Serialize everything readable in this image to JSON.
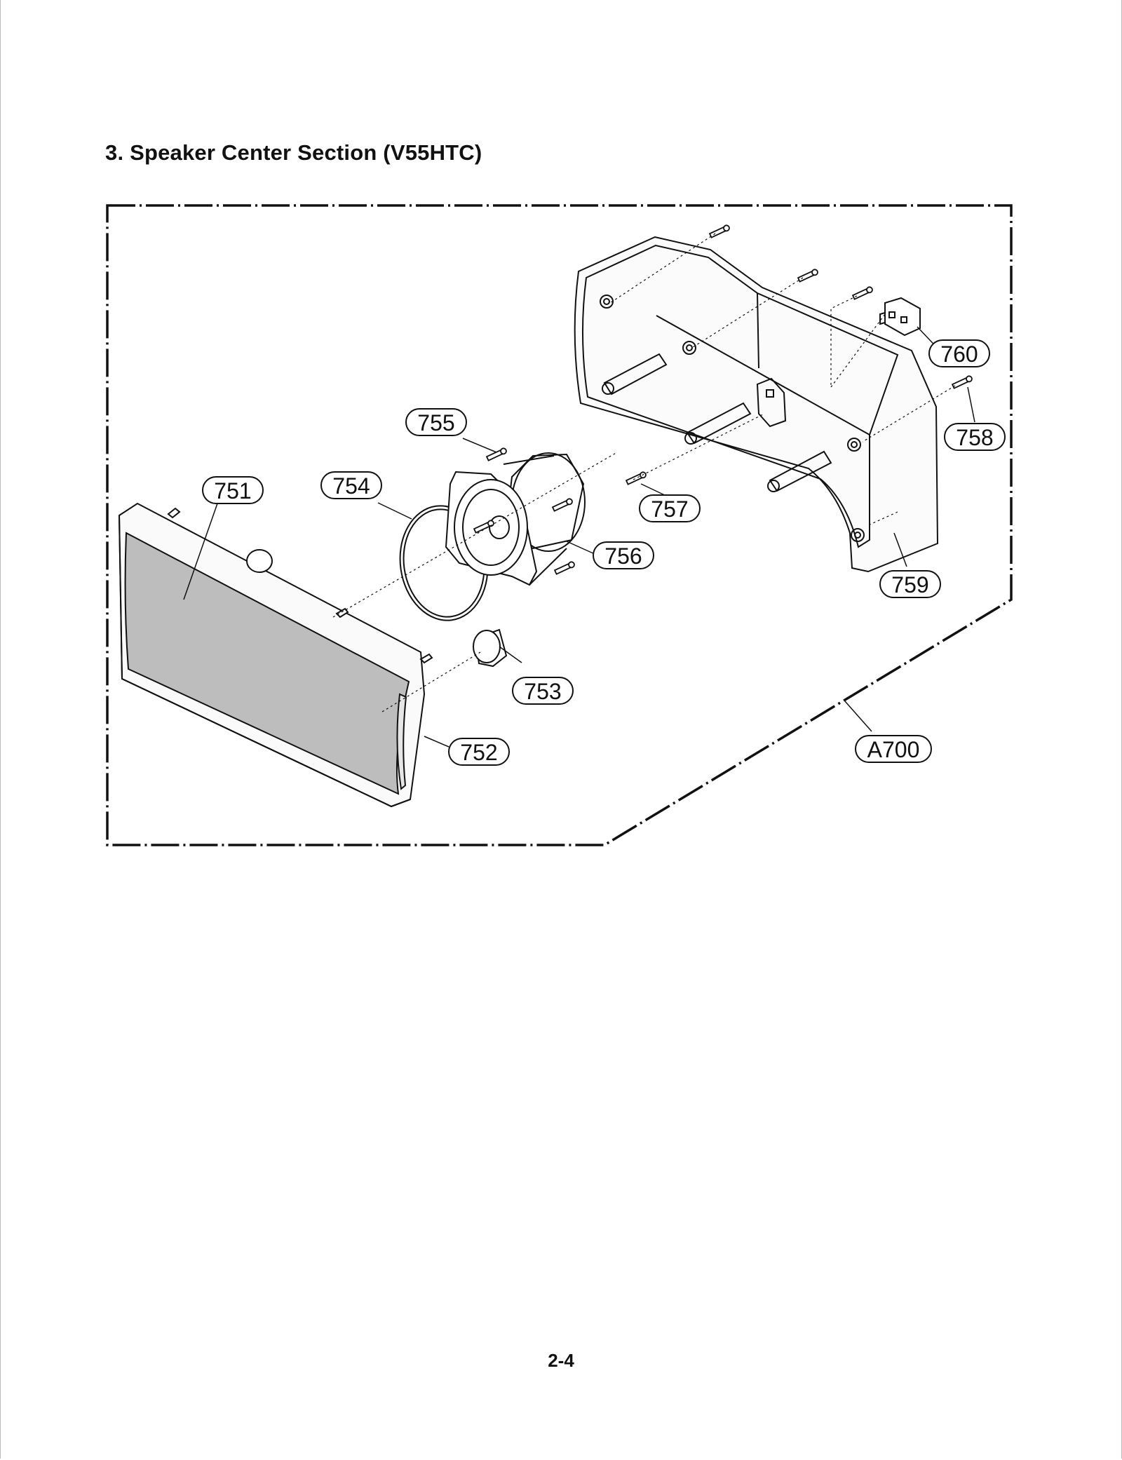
{
  "document": {
    "title": "3. Speaker Center Section (V55HTC)",
    "page_number": "2-4"
  },
  "diagram": {
    "type": "exploded parts view",
    "callouts": [
      {
        "id": "751",
        "label": "751"
      },
      {
        "id": "752",
        "label": "752"
      },
      {
        "id": "753",
        "label": "753"
      },
      {
        "id": "754",
        "label": "754"
      },
      {
        "id": "755",
        "label": "755"
      },
      {
        "id": "756",
        "label": "756"
      },
      {
        "id": "757",
        "label": "757"
      },
      {
        "id": "758",
        "label": "758"
      },
      {
        "id": "759",
        "label": "759"
      },
      {
        "id": "760",
        "label": "760"
      },
      {
        "id": "A700",
        "label": "A700"
      }
    ]
  }
}
